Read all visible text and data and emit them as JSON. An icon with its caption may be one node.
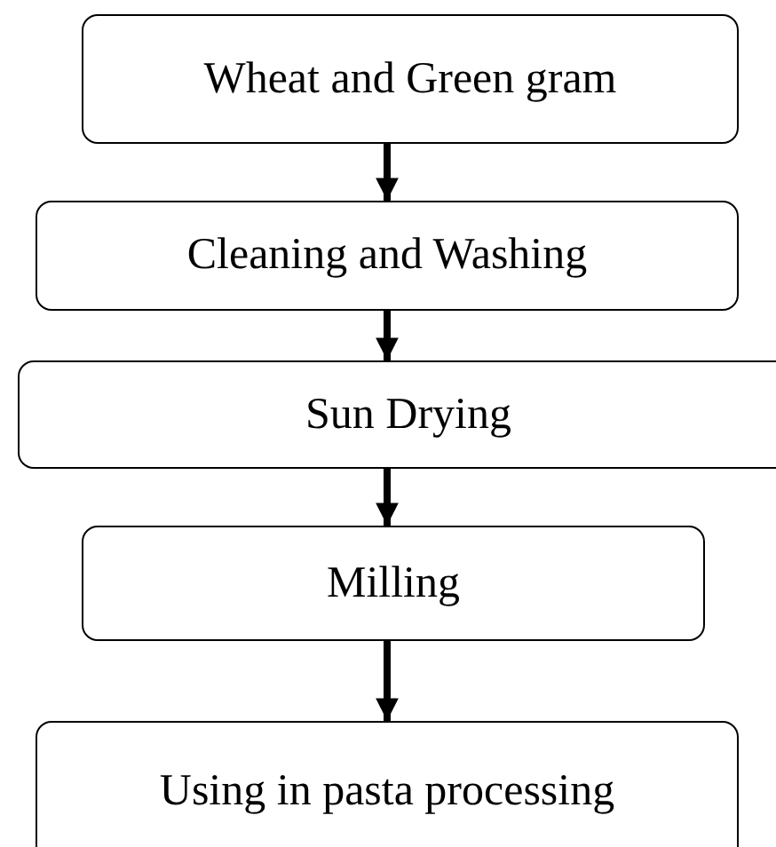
{
  "diagram": {
    "nodes": [
      {
        "text": [
          "Wheat and Green gram"
        ]
      },
      {
        "text": [
          "Cleaning and Washing"
        ]
      },
      {
        "text": [
          "Sun Drying"
        ]
      },
      {
        "text": [
          "Milling"
        ]
      },
      {
        "text": [
          "Using in pasta processing"
        ]
      }
    ],
    "edges": [
      {
        "from": 0,
        "to": 1,
        "arrow": "to"
      },
      {
        "from": 1,
        "to": 2,
        "arrow": "to"
      },
      {
        "from": 2,
        "to": 3,
        "arrow": "to"
      },
      {
        "from": 3,
        "to": 4,
        "arrow": "to"
      }
    ]
  }
}
